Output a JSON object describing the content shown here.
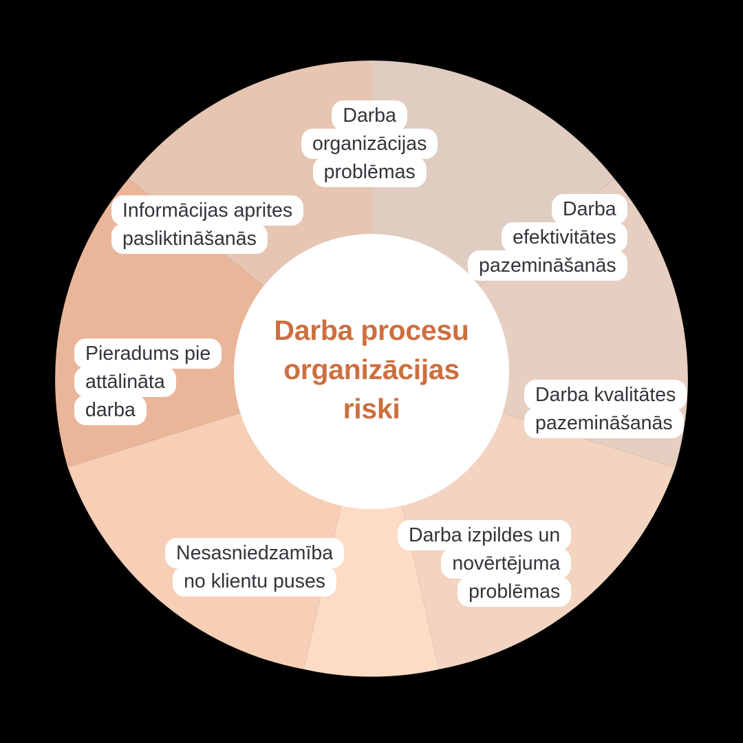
{
  "diagram": {
    "title_lines": [
      "Darba procesu",
      "organizācijas",
      "riski"
    ],
    "title_color": "#cc6f3f",
    "background_color": "#000000",
    "hub_color": "#ffffff",
    "label_bg_color": "#ffffff",
    "label_text_color": "#33333a",
    "segments": [
      {
        "id": "darba-organizacijas-problemas",
        "color": "#e0ccc1",
        "lines": [
          "Darba",
          "organizācijas",
          "problēmas"
        ],
        "align": "center"
      },
      {
        "id": "darba-efektivitates-pazeminasanas",
        "color": "#e6cec1",
        "lines": [
          "Darba",
          "efektivitātes",
          "pazemināšanās"
        ],
        "align": "right"
      },
      {
        "id": "darba-kvalitates-pazeminasanas",
        "color": "#f3d4c1",
        "lines": [
          "Darba kvalitātes",
          "pazemināšanās"
        ],
        "align": "left"
      },
      {
        "id": "darba-izpildes-un-novertejuma-problemas",
        "color": "#fcdcc4",
        "lines": [
          "Darba izpildes un",
          "novērtējuma",
          "problēmas"
        ],
        "align": "right"
      },
      {
        "id": "nesasniedzamiba-no-klientu-puses",
        "color": "#f6cfb6",
        "lines": [
          "Nesasniedzamība",
          "no klientu puses"
        ],
        "align": "center"
      },
      {
        "id": "pieradums-pie-attalinata-darba",
        "color": "#eab69a",
        "lines": [
          "Pieradums pie",
          "attālināta",
          "darba"
        ],
        "align": "left"
      },
      {
        "id": "informacijas-aprites-pasliktinasanas",
        "color": "#e6c5b2",
        "lines": [
          "Informācijas aprites",
          "pasliktināšanās"
        ],
        "align": "left"
      }
    ]
  },
  "chart_data": {
    "type": "pie",
    "title": "Darba procesu organizācijas riski",
    "center_label": "Darba procesu organizācijas riski",
    "legend_position": "on-slice",
    "categories": [
      "Darba organizācijas problēmas",
      "Darba efektivitātes pazemināšanās",
      "Darba kvalitātes pazemināšanās",
      "Darba izpildes un novērtējuma problēmas",
      "Nesasniedzamība no klientu puses",
      "Pieradums pie attālināta darba",
      "Informācijas aprites pasliktināšanās"
    ],
    "values": [
      14.3,
      14.3,
      14.3,
      14.3,
      14.3,
      14.3,
      14.3
    ],
    "colors": [
      "#e0ccc1",
      "#e6cec1",
      "#f3d4c1",
      "#fcdcc4",
      "#f6cfb6",
      "#eab69a",
      "#e6c5b2"
    ],
    "donut": true,
    "inner_radius_ratio": 0.42,
    "outer_radius_px": 452,
    "start_angle_deg": 90,
    "grid": false,
    "xlabel": "",
    "ylabel": ""
  }
}
